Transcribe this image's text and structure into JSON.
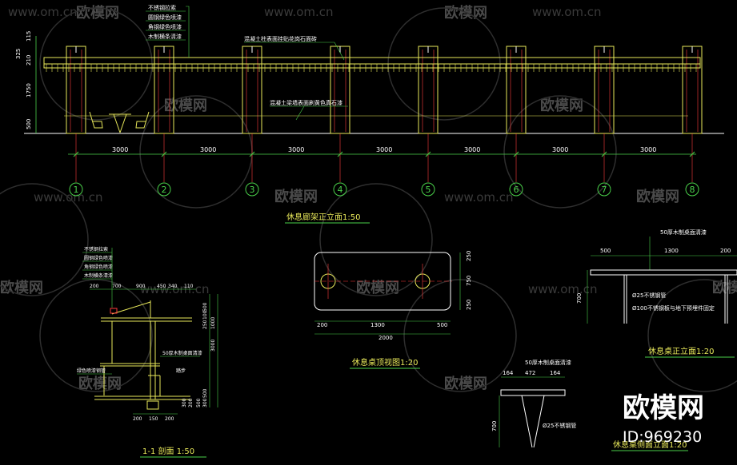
{
  "watermark": {
    "site": "www.om.cn",
    "brand": "欧模网"
  },
  "elevation": {
    "title": "休息廊架正立面1:50",
    "dim_label": "3000",
    "axes": [
      "1",
      "2",
      "3",
      "4",
      "5",
      "6",
      "7",
      "8"
    ],
    "vertical_dims": [
      "115",
      "325",
      "210",
      "1750",
      "500"
    ],
    "notes": [
      "不锈钢拉索",
      "圆钢绿色喷漆",
      "角钢绿色喷漆",
      "木制横条清漆"
    ],
    "note_top": "混凝土柱表面挂贴花岗石面砖",
    "note_mid": "混凝土梁墙表面刷黄色真石漆"
  },
  "section": {
    "title": "1-1 剖面 1:50",
    "notes": [
      "不锈钢拉索",
      "圆钢绿色喷漆",
      "角钢绿色喷漆",
      "木制横条清漆"
    ],
    "top_dims": [
      "200",
      "700",
      "900",
      "450",
      "340",
      "110"
    ],
    "right_dims": [
      "500",
      "100",
      "250",
      "1000",
      "3000",
      "500",
      "300"
    ],
    "bottom_dims": [
      "200",
      "150",
      "200"
    ],
    "left_dims": [
      "200",
      "500",
      "300"
    ],
    "label_wood": "50厚木制桌面清漆",
    "label_green": "绿色喷漆钢管",
    "label_stair": "踏步"
  },
  "table_plan": {
    "title": "休息桌顶视图1:20",
    "dims_bottom": [
      "200",
      "1300",
      "500"
    ],
    "dim_total": "2000",
    "dims_right": [
      "250",
      "750",
      "250"
    ]
  },
  "table_front": {
    "title": "休息桌正立面1:20",
    "top_label": "50厚木制桌面清漆",
    "top_dims": [
      "500",
      "1300",
      "200"
    ],
    "height": "700",
    "pipe1": "Ø25不锈钢管",
    "pipe2": "Ø100不锈钢板与地下预埋件固定"
  },
  "table_side": {
    "title": "休息桌侧面立面1:20",
    "top_label": "50厚木制桌面清漆",
    "top_dims": [
      "164",
      "472",
      "164"
    ],
    "height": "700",
    "pipe": "Ø25不锈钢管"
  },
  "stamp": {
    "brand": "欧模网",
    "id": "ID:969230"
  }
}
